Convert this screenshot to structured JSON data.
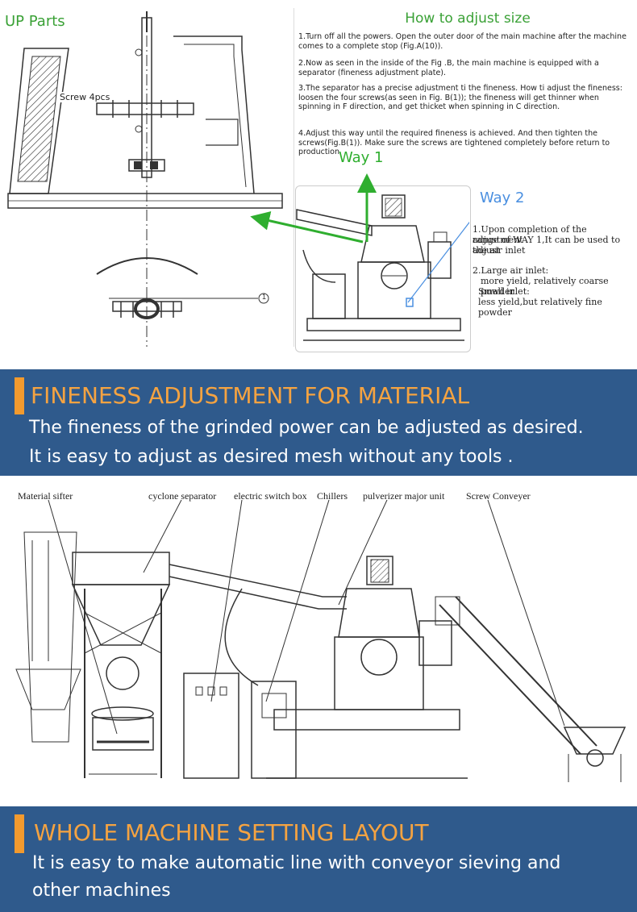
{
  "top_section": {
    "up_parts_label": "UP Parts",
    "screw_label": "Screw 4pcs",
    "how_to_title": "How to adjust size",
    "steps": [
      "1.Turn off all the powers. Open the outer door of the main machine after the machine comes to a complete stop (Fig.A(10)).",
      "2.Now as seen in the inside of the Fig .B, the main machine is equipped with a separator (fineness adjustment plate).",
      "3.The separator has a precise adjustment ti the fineness. How ti adjust the fineness: loosen the four screws(as seen in Fig. B(1)); the fineness will get thinner when spinning in F direction, and get thicket when spinning in C direction.",
      "4.Adjust this way until the required fineness is achieved. And then tighten the screws(Fig.B(1)). Make sure the screws are tightened completely before return to production."
    ],
    "way1_label": "Way 1",
    "way2_label": "Way 2",
    "way2_points": [
      "1.Upon completion of the adjustment",
      "range of WAY 1,It can be used to adjust",
      "the air inlet",
      "2.Large air inlet:",
      "more yield, relatively coarse powder",
      "Small inlet:",
      "less yield,but relatively fine powder"
    ],
    "circle_label": "1"
  },
  "band1": {
    "title": "FINENESS ADJUSTMENT FOR MATERIAL",
    "line1": "The fineness of the grinded power can be adjusted as desired.",
    "line2": "It is easy to adjust as desired mesh without any tools ."
  },
  "layout_section": {
    "labels": {
      "material_sifter": "Material sifter",
      "cyclone_separator": "cyclone separator",
      "electric_switch_box": "electric switch box",
      "chillers": "Chillers",
      "pulverizer_major_unit": "pulverizer major unit",
      "screw_conveyer": "Screw Conveyer"
    }
  },
  "band2": {
    "title": "WHOLE MACHINE SETTING LAYOUT",
    "line1": "It is easy to make automatic line with conveyor sieving and",
    "line2": "other machines"
  },
  "colors": {
    "band_bg": "#2f5a8c",
    "accent_orange": "#f29a2e",
    "green_text": "#3aa136",
    "blue_text": "#4a8fe0"
  }
}
